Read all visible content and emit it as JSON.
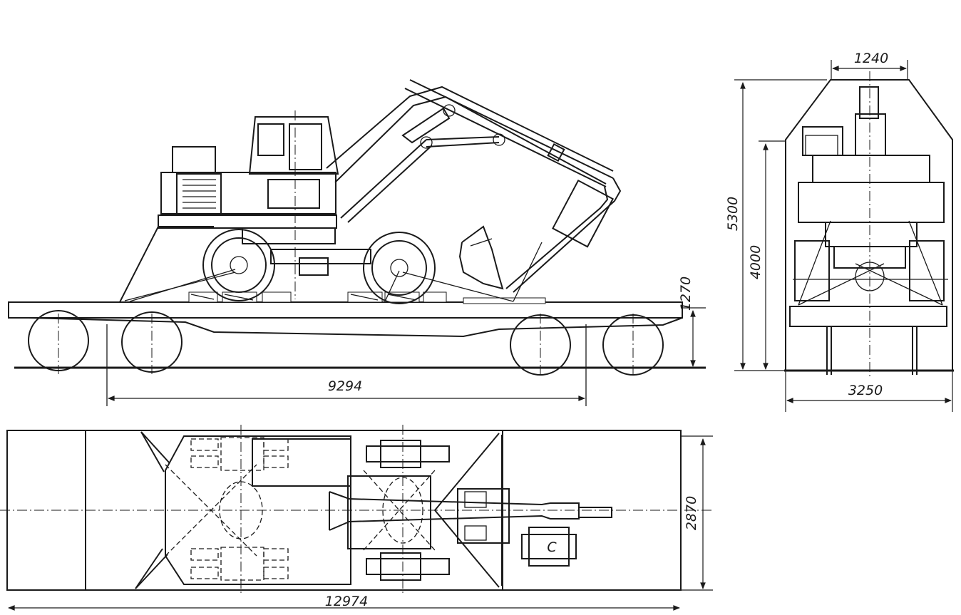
{
  "dimensions": {
    "side_height": "1270",
    "bogie_base": "9294",
    "top_width": "1240",
    "total_height": "5300",
    "height_4000": "4000",
    "front_width": "3250",
    "platform_width": "2870",
    "platform_length": "12974"
  },
  "labels": {
    "counterweight_block": "C"
  }
}
